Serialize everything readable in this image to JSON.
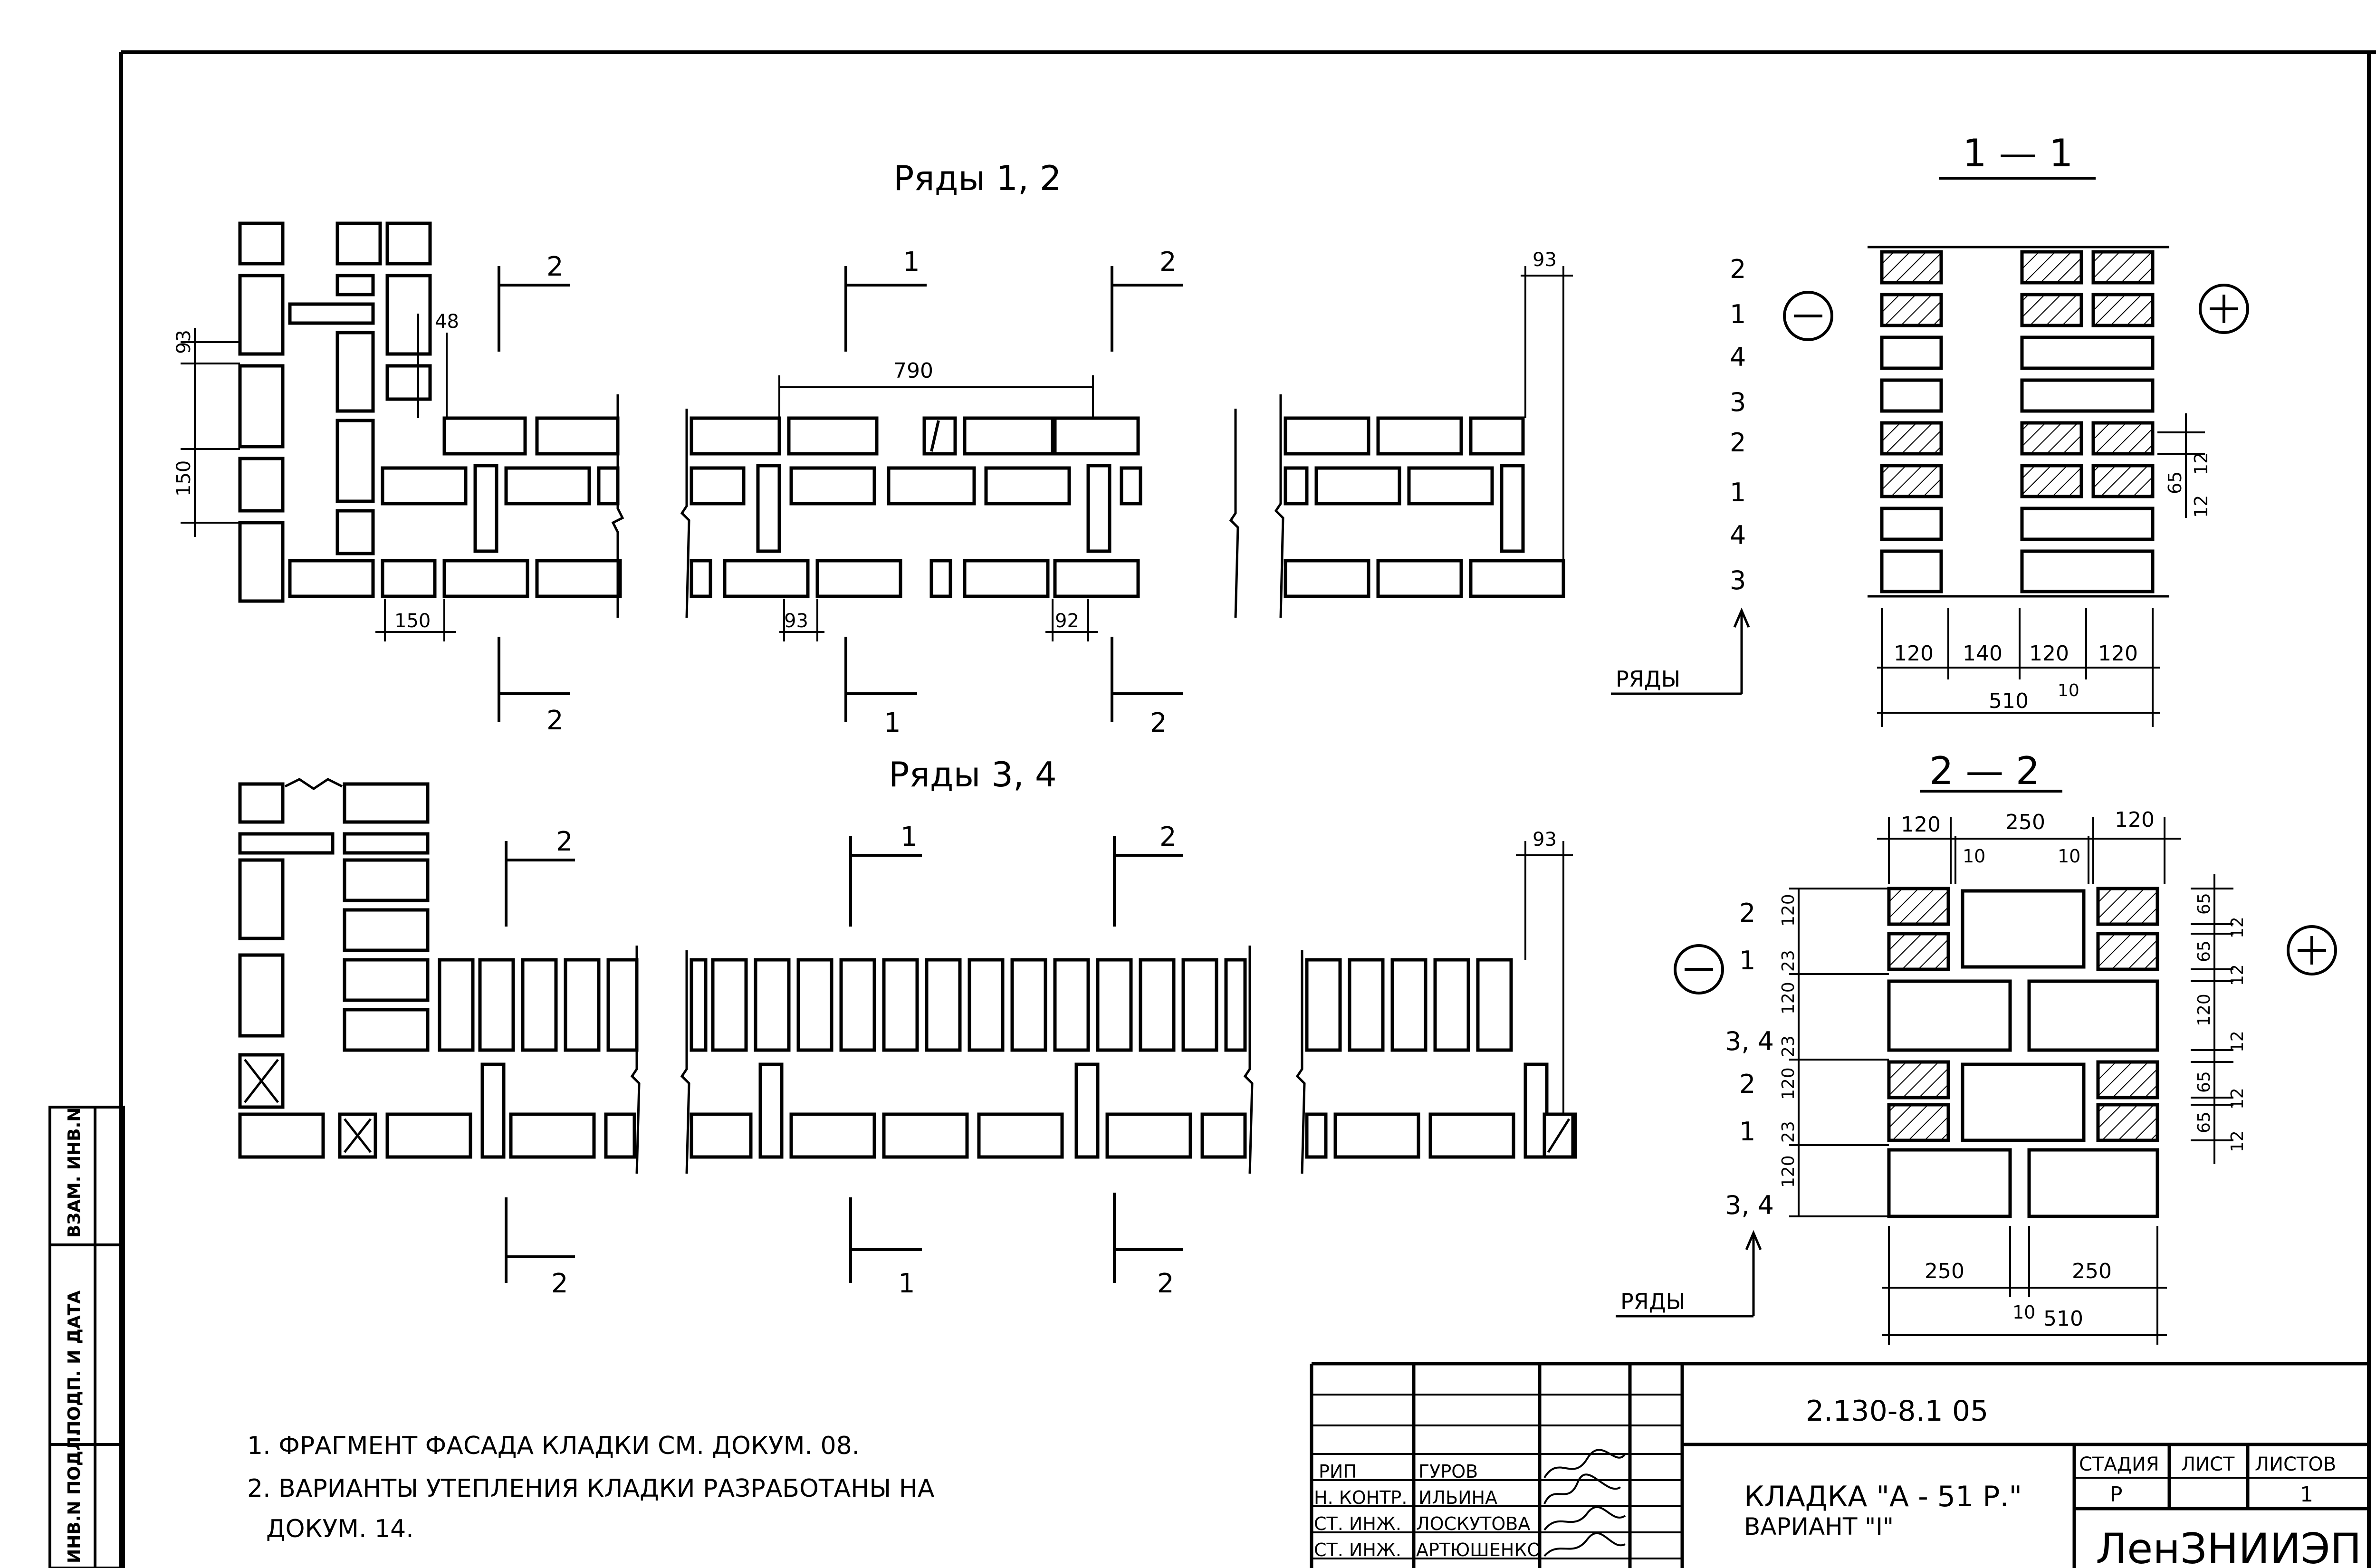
{
  "plan_top": {
    "title": "Ряды 1, 2"
  },
  "plan_bottom": {
    "title": "Ряды 3, 4"
  },
  "section_1": {
    "title": "1 — 1",
    "rows_label": "РЯДЫ",
    "row_numbers": [
      "2",
      "1",
      "4",
      "3",
      "2",
      "1",
      "4",
      "3"
    ],
    "dims_bottom": [
      "120",
      "140",
      "120",
      "120"
    ],
    "dim_total": "510",
    "dim_gap": "10",
    "dims_right": [
      "12",
      "65",
      "12"
    ]
  },
  "section_2": {
    "title": "2 — 2",
    "rows_label": "РЯДЫ",
    "dims_top": [
      "120",
      "250",
      "120"
    ],
    "dims_top_gap": [
      "10",
      "10"
    ],
    "row_labels": [
      "2",
      "1",
      "3, 4",
      "2",
      "1",
      "3, 4"
    ],
    "dims_left": [
      "120",
      "23",
      "120",
      "23",
      "120",
      "23",
      "120"
    ],
    "dims_right": [
      "65",
      "12",
      "65",
      "12",
      "120",
      "12",
      "65",
      "12",
      "65",
      "12"
    ],
    "dims_bottom": [
      "250",
      "250"
    ],
    "dim_gap": "10",
    "dim_total": "510"
  },
  "plan_dims": {
    "d93": "93",
    "d150": "150",
    "d48": "48",
    "d790": "790",
    "d92": "92"
  },
  "section_marks": {
    "one": "1",
    "two": "2"
  },
  "notes": [
    "1. ФРАГМЕНТ   ФАСАДА  КЛАДКИ  СМ. ДОКУМ.  08.",
    "2. ВАРИАНТЫ    УТЕПЛЕНИЯ    КЛАДКИ   РАЗРАБОТАНЫ  НА",
    "ДОКУМ.  14."
  ],
  "side_stamp": [
    "ИНВ.N ПОДЛ.",
    "ПОДП. И ДАТА",
    "ВЗАМ. ИНВ.N"
  ],
  "title_block": {
    "doc_code": "2.130-8.1   05",
    "roles": [
      "РИП",
      "Н. КОНТР.",
      "СТ. ИНЖ.",
      "СТ. ИНЖ."
    ],
    "names": [
      "ГУРОВ",
      "ИЛЬИНА",
      "ЛОСКУТОВА",
      "АРТЮШЕНКО"
    ],
    "title_line1": "КЛАДКА  \"А - 51 Р.\"",
    "title_line2": "ВАРИАНТ \"I\"",
    "stage_header": "СТАДИЯ",
    "sheet_header": "ЛИСТ",
    "sheets_header": "ЛИСТОВ",
    "stage": "Р",
    "sheets": "1",
    "organization": "ЛенЗНИИЭП"
  }
}
